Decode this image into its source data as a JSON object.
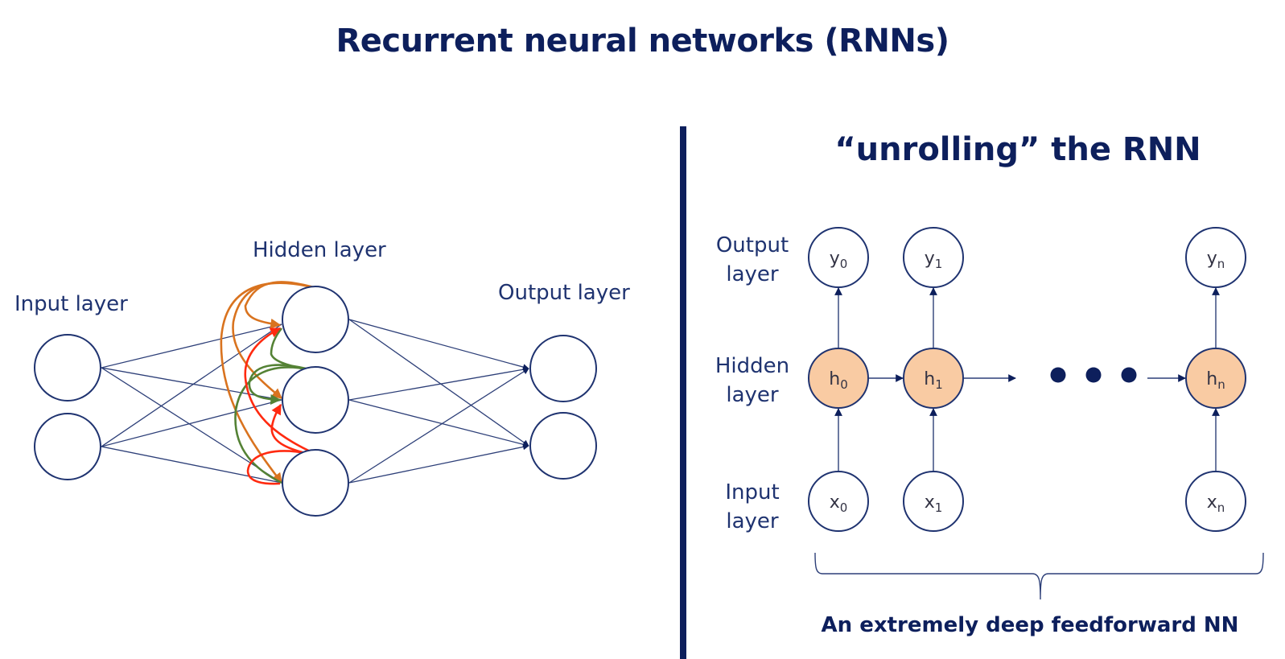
{
  "slide": {
    "title": "Recurrent neural networks (RNNs)",
    "colors": {
      "navy": "#0d1f5c",
      "edge": "#2d3f78",
      "hidden_fill": "#f9cba3",
      "recurrent_orange": "#d9731f",
      "recurrent_green": "#548235",
      "recurrent_red": "#ff2a10"
    }
  },
  "left_diagram": {
    "input_label": "Input layer",
    "hidden_label": "Hidden layer",
    "output_label": "Output layer",
    "layers": {
      "input_nodes": 2,
      "hidden_nodes": 3,
      "output_nodes": 2
    },
    "recurrent_connections": "each hidden node connects back to every hidden node"
  },
  "right_diagram": {
    "title": "“unrolling” the RNN",
    "row_labels": {
      "output": [
        "Output",
        "layer"
      ],
      "hidden": [
        "Hidden",
        "layer"
      ],
      "input": [
        "Input",
        "layer"
      ]
    },
    "timesteps": [
      {
        "y_main": "y",
        "y_sub": "0",
        "h_main": "h",
        "h_sub": "0",
        "x_main": "x",
        "x_sub": "0"
      },
      {
        "y_main": "y",
        "y_sub": "1",
        "h_main": "h",
        "h_sub": "1",
        "x_main": "x",
        "x_sub": "1"
      },
      {
        "y_main": "y",
        "y_sub": "n",
        "h_main": "h",
        "h_sub": "n",
        "x_main": "x",
        "x_sub": "n"
      }
    ],
    "ellipsis": "• • •",
    "caption": "An extremely deep feedforward NN"
  }
}
